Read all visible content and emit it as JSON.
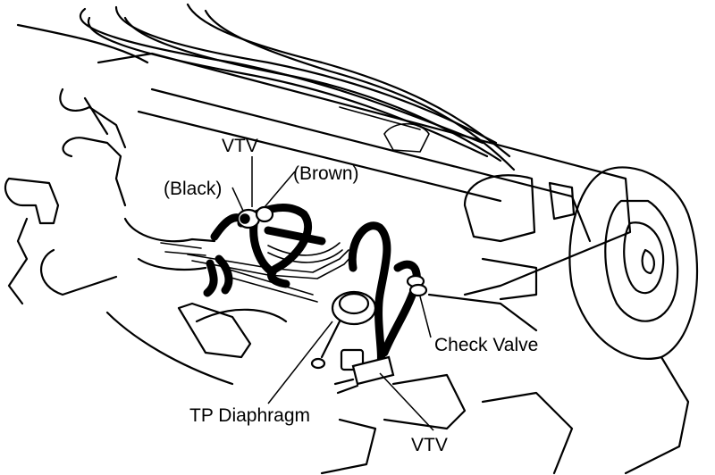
{
  "labels": {
    "vtv_top": "VTV",
    "brown": "(Brown)",
    "black": "(Black)",
    "check_valve": "Check Valve",
    "tp_diaphragm": "TP Diaphragm",
    "vtv_bottom": "VTV"
  }
}
